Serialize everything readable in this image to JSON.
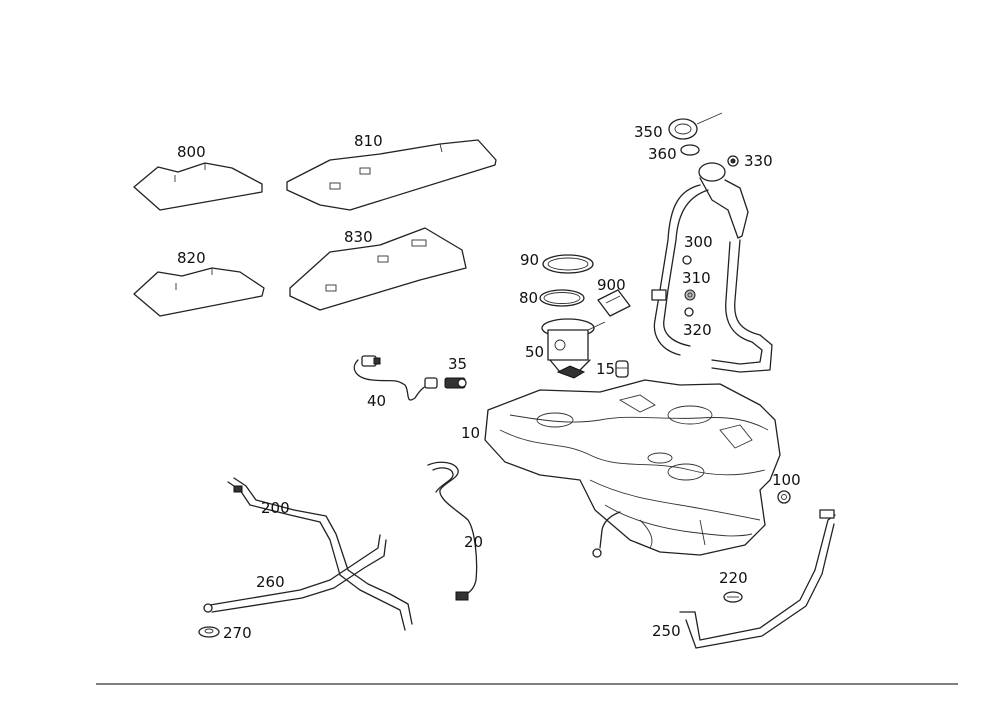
{
  "callouts": {
    "p800": "800",
    "p810": "810",
    "p820": "820",
    "p830": "830",
    "p90": "90",
    "p80": "80",
    "p900": "900",
    "p50": "50",
    "p15": "15",
    "p35": "35",
    "p40": "40",
    "p10": "10",
    "p350": "350",
    "p360": "360",
    "p330": "330",
    "p300": "300",
    "p310": "310",
    "p320": "320",
    "p100": "100",
    "p200": "200",
    "p260": "260",
    "p270": "270",
    "p20": "20",
    "p220": "220",
    "p250": "250"
  }
}
